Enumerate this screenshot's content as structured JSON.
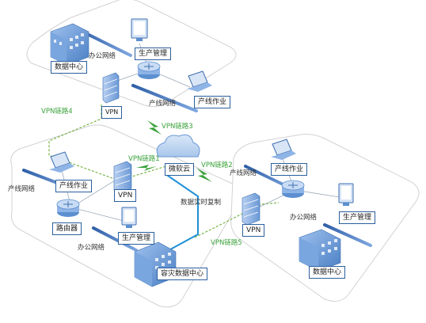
{
  "sites": {
    "top": {
      "datacenter": "数据中心",
      "office_network": "办公网络",
      "production_mgmt": "生产管理",
      "line_network": "产线网络",
      "line_work": "产线作业",
      "vpn": "VPN"
    },
    "left": {
      "line_network": "产线网络",
      "line_work": "产线作业",
      "vpn": "VPN",
      "router": "路由器",
      "production_mgmt": "生产管理",
      "office_network": "办公网络",
      "dr_datacenter": "容灾数据中心"
    },
    "right": {
      "line_network": "产线网络",
      "line_work": "产线作业",
      "office_network": "办公网络",
      "production_mgmt": "生产管理",
      "vpn": "VPN",
      "datacenter": "数据中心"
    }
  },
  "cloud": {
    "label": "微软云"
  },
  "links": {
    "vpn1": "VPN链路1",
    "vpn2": "VPN链路2",
    "vpn3": "VPN链路3",
    "vpn4": "VPN链路4",
    "vpn5": "VPN链路5",
    "replication": "数据实时复制"
  },
  "colors": {
    "box_border": "#2b5f9e",
    "dashed_link": "#7ab648",
    "lightning": "#3aa23a",
    "replication": "#1e90d6",
    "device_blue": "#5b8fd0"
  }
}
